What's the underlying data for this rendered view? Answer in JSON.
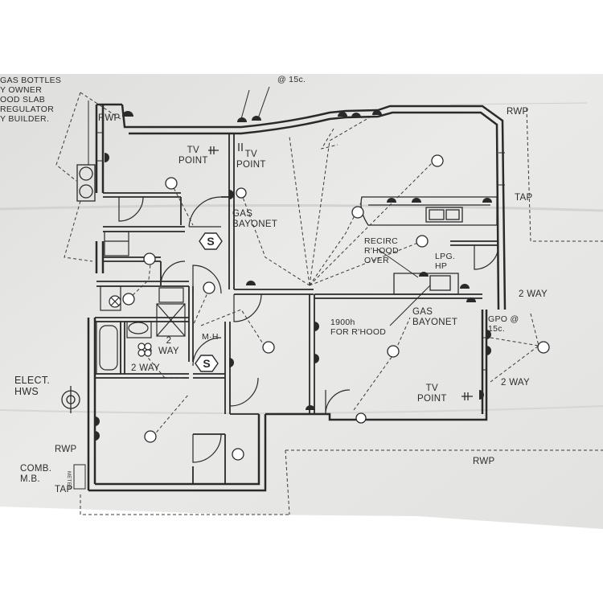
{
  "labels": {
    "gas_note": [
      "GAS BOTTLES",
      "Y OWNER",
      "OOD SLAB",
      "REGULATOR",
      "Y BUILDER."
    ],
    "at_15c_top": "@ 15c.",
    "rwp_top_left": "RWP",
    "rwp_top_right": "RWP",
    "tv_point_1": [
      "TV",
      "POINT"
    ],
    "tv_point_2": [
      "TV",
      "POINT"
    ],
    "tv_point_3": [
      "TV",
      "POINT"
    ],
    "gas_bayonet_1": [
      "GAS",
      "BAYONET"
    ],
    "gas_bayonet_2": [
      "GAS",
      "BAYONET"
    ],
    "tap_right": "TAP",
    "tap_bottom": "TAP",
    "recirc": [
      "RECIRC",
      "R'HOOD",
      "OVER"
    ],
    "lpg_hp": [
      "LPG.",
      "HP"
    ],
    "note_1900": [
      "1900h",
      "FOR R'HOOD"
    ],
    "two_way_right_1": "2 WAY",
    "two_way_right_2": "2 WAY",
    "two_way_left_1": [
      "2",
      "WAY"
    ],
    "two_way_left_2": "2 WAY",
    "gpo": [
      "GPO @",
      "15c."
    ],
    "elect_hws": [
      "ELECT.",
      "HWS"
    ],
    "rwp_left": "RWP",
    "rwp_bottom": "RWP",
    "comb_mb": [
      "COMB.",
      "M.B."
    ],
    "meter": "METER",
    "smoke_1": "S",
    "smoke_2": "S",
    "mh": "M·H"
  },
  "colors": {
    "ink": "#2a2a2a",
    "paper": "#e6e6e4",
    "dash": "#3a3a3a"
  }
}
